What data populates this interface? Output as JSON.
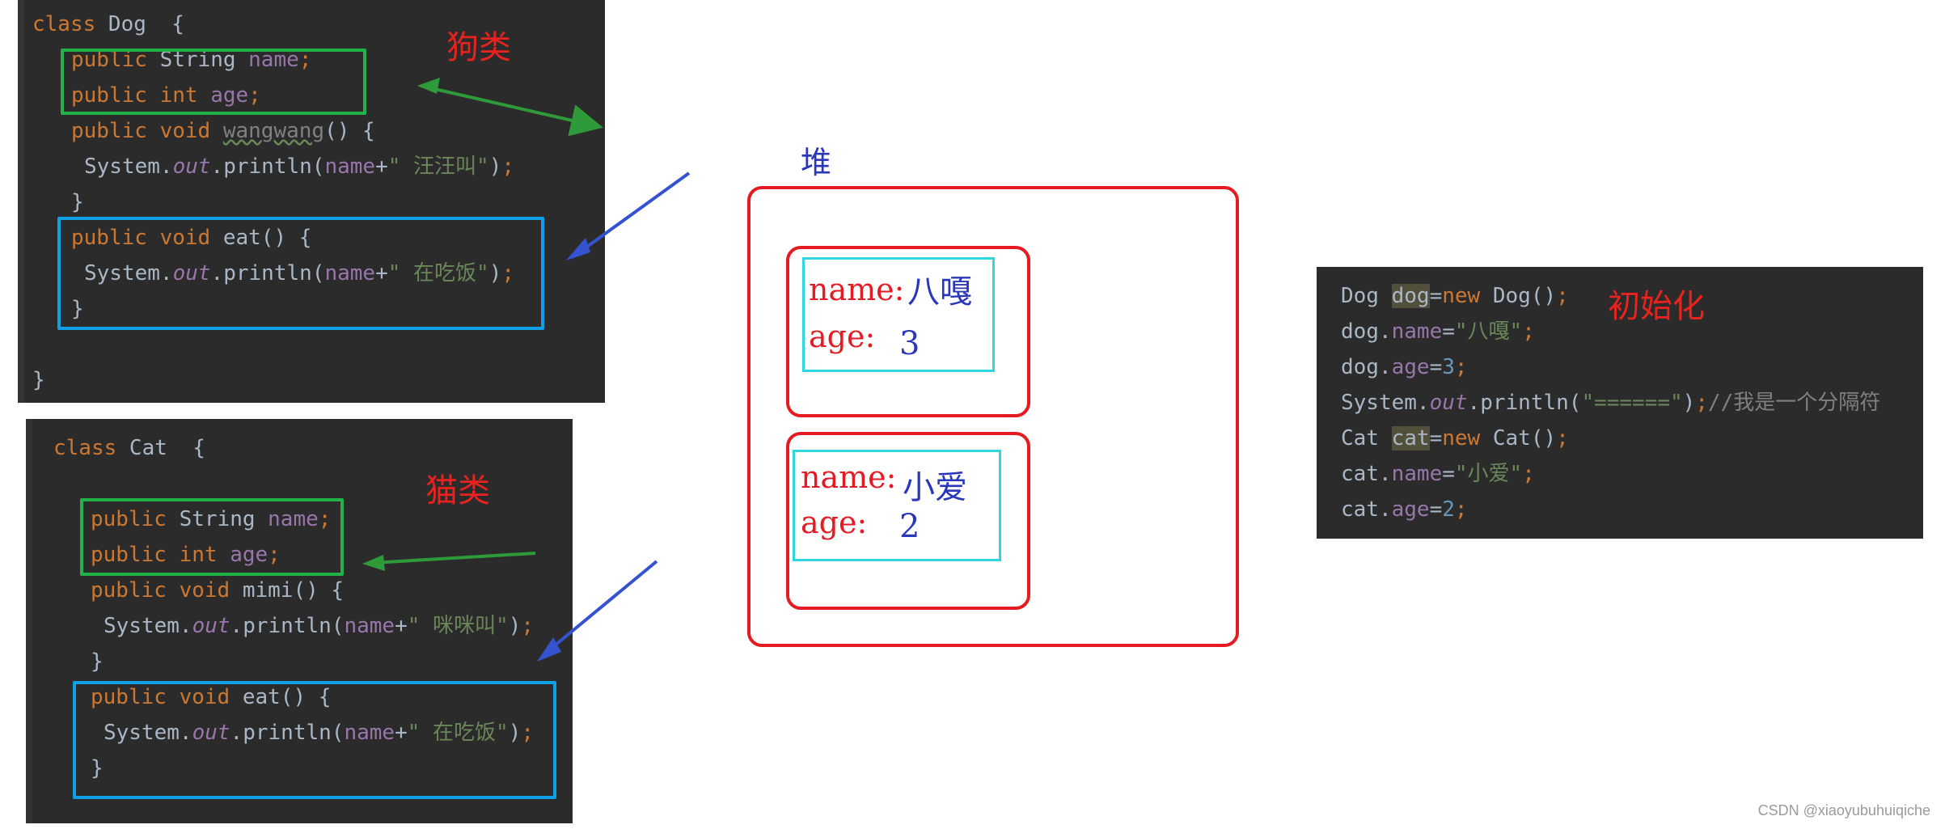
{
  "dog_panel": {
    "lines": [
      [
        [
          "k",
          "class "
        ],
        [
          "t",
          "Dog  {"
        ]
      ],
      [
        [
          "k",
          "public "
        ],
        [
          "t",
          "String "
        ],
        [
          "f",
          "name"
        ],
        [
          "k",
          ";"
        ]
      ],
      [
        [
          "k",
          "public int "
        ],
        [
          "f",
          "age"
        ],
        [
          "k",
          ";"
        ]
      ],
      [
        [
          "k",
          "public void "
        ],
        [
          "sq",
          "wangwang"
        ],
        [
          "t",
          "() {"
        ]
      ],
      [
        [
          "t",
          "System."
        ],
        [
          "i",
          "out"
        ],
        [
          "t",
          ".println("
        ],
        [
          "f",
          "name"
        ],
        [
          "t",
          "+"
        ],
        [
          "s",
          "\" 汪汪叫\""
        ],
        [
          "t",
          ")"
        ],
        [
          "k",
          ";"
        ]
      ],
      [
        [
          "t",
          "}"
        ]
      ],
      [
        [
          "k",
          "public void "
        ],
        [
          "t",
          "eat() {"
        ]
      ],
      [
        [
          "t",
          "System."
        ],
        [
          "i",
          "out"
        ],
        [
          "t",
          ".println("
        ],
        [
          "f",
          "name"
        ],
        [
          "t",
          "+"
        ],
        [
          "s",
          "\" 在吃饭\""
        ],
        [
          "t",
          ")"
        ],
        [
          "k",
          ";"
        ]
      ],
      [
        [
          "t",
          "}"
        ]
      ],
      [
        [
          "t",
          ""
        ]
      ],
      [
        [
          "t",
          "}"
        ]
      ]
    ],
    "label": "狗类"
  },
  "cat_panel": {
    "lines": [
      [
        [
          "k",
          "class "
        ],
        [
          "t",
          "Cat  {"
        ]
      ],
      [
        [
          "t",
          ""
        ]
      ],
      [
        [
          "k",
          "public "
        ],
        [
          "t",
          "String "
        ],
        [
          "f",
          "name"
        ],
        [
          "k",
          ";"
        ]
      ],
      [
        [
          "k",
          "public int "
        ],
        [
          "f",
          "age"
        ],
        [
          "k",
          ";"
        ]
      ],
      [
        [
          "k",
          "public void "
        ],
        [
          "t",
          "mimi() {"
        ]
      ],
      [
        [
          "t",
          "System."
        ],
        [
          "i",
          "out"
        ],
        [
          "t",
          ".println("
        ],
        [
          "f",
          "name"
        ],
        [
          "t",
          "+"
        ],
        [
          "s",
          "\" 咪咪叫\""
        ],
        [
          "t",
          ")"
        ],
        [
          "k",
          ";"
        ]
      ],
      [
        [
          "t",
          "}"
        ]
      ],
      [
        [
          "k",
          "public void "
        ],
        [
          "t",
          "eat() {"
        ]
      ],
      [
        [
          "t",
          "System."
        ],
        [
          "i",
          "out"
        ],
        [
          "t",
          ".println("
        ],
        [
          "f",
          "name"
        ],
        [
          "t",
          "+"
        ],
        [
          "s",
          "\" 在吃饭\""
        ],
        [
          "t",
          ")"
        ],
        [
          "k",
          ";"
        ]
      ],
      [
        [
          "t",
          "}"
        ]
      ]
    ],
    "label": "猫类"
  },
  "main_panel": {
    "lines": [
      [
        [
          "t",
          "Dog "
        ],
        [
          "hl",
          "dog"
        ],
        [
          "t",
          "="
        ],
        [
          "k",
          "new "
        ],
        [
          "t",
          "Dog()"
        ],
        [
          "k",
          ";"
        ]
      ],
      [
        [
          "t",
          "dog."
        ],
        [
          "f",
          "name"
        ],
        [
          "t",
          "="
        ],
        [
          "s",
          "\"八嘎\""
        ],
        [
          "k",
          ";"
        ]
      ],
      [
        [
          "t",
          "dog."
        ],
        [
          "f",
          "age"
        ],
        [
          "t",
          "="
        ],
        [
          "n",
          "3"
        ],
        [
          "k",
          ";"
        ]
      ],
      [
        [
          "t",
          "System."
        ],
        [
          "i",
          "out"
        ],
        [
          "t",
          ".println("
        ],
        [
          "s",
          "\"======\""
        ],
        [
          "t",
          ")"
        ],
        [
          "k",
          ";"
        ],
        [
          "c",
          "//我是一个分隔符"
        ]
      ],
      [
        [
          "t",
          "Cat "
        ],
        [
          "hl",
          "cat"
        ],
        [
          "t",
          "="
        ],
        [
          "k",
          "new "
        ],
        [
          "t",
          "Cat()"
        ],
        [
          "k",
          ";"
        ]
      ],
      [
        [
          "t",
          "cat."
        ],
        [
          "f",
          "name"
        ],
        [
          "t",
          "="
        ],
        [
          "s",
          "\"小爱\""
        ],
        [
          "k",
          ";"
        ]
      ],
      [
        [
          "t",
          "cat."
        ],
        [
          "f",
          "age"
        ],
        [
          "t",
          "="
        ],
        [
          "n",
          "2"
        ],
        [
          "k",
          ";"
        ]
      ]
    ],
    "label": "初始化"
  },
  "heap": {
    "title": "堆",
    "objects": [
      {
        "name_label": "name:",
        "name_value": "八嘎",
        "age_label": "age:",
        "age_value": "3"
      },
      {
        "name_label": "name:",
        "name_value": "小爱",
        "age_label": "age:",
        "age_value": "2"
      }
    ]
  },
  "watermark": "CSDN @xiaoyubuhuiqiche",
  "colors": {
    "code_background": "#2b2b2b",
    "field_box": "#23b24a",
    "method_box": "#10a0e6",
    "heap_border": "#e51a22",
    "object_inner": "#31d7df",
    "annotation_red": "#e8231f",
    "arrow_green": "#2f9a3a",
    "arrow_blue": "#3553d0"
  }
}
